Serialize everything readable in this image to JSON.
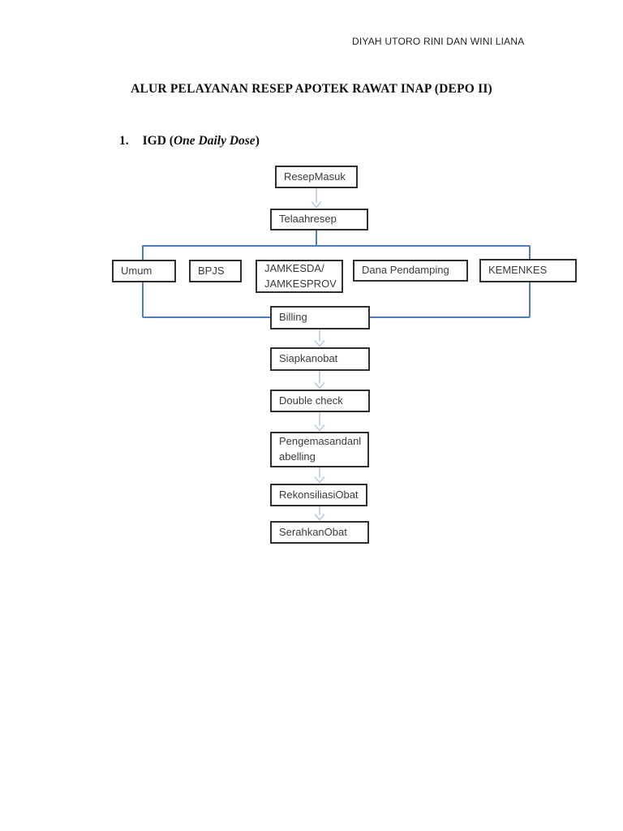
{
  "document": {
    "header_author": "DIYAH UTORO RINI DAN WINI LIANA",
    "title": "ALUR PELAYANAN RESEP APOTEK RAWAT INAP (DEPO II)",
    "section": {
      "number": "1.",
      "heading_prefix": "IGD (",
      "heading_emphasis": "One Daily Dose",
      "heading_suffix": ")"
    }
  },
  "colors": {
    "connector-blue": "#4d7ebd",
    "arrow-pale": "#b7cbe5",
    "box-border": "#2f2f2f",
    "ink": "#3a3a3a"
  },
  "flowchart": {
    "type": "flowchart",
    "nodes": [
      {
        "id": "resep-masuk",
        "label": "ResepMasuk"
      },
      {
        "id": "telaah-resep",
        "label": "Telaahresep"
      },
      {
        "id": "umum",
        "label": "Umum"
      },
      {
        "id": "bpjs",
        "label": "BPJS"
      },
      {
        "id": "jamkesda",
        "label": "JAMKESDA/\nJAMKESPROV"
      },
      {
        "id": "dana-pendamping",
        "label": "Dana Pendamping"
      },
      {
        "id": "kemenkes",
        "label": "KEMENKES"
      },
      {
        "id": "billing",
        "label": "Billing"
      },
      {
        "id": "siapkan-obat",
        "label": "Siapkanobat"
      },
      {
        "id": "double-check",
        "label": "Double check"
      },
      {
        "id": "pengemasan",
        "label": "Pengemasandanl\nabelling"
      },
      {
        "id": "rekonsiliasi",
        "label": "RekonsiliasiObat"
      },
      {
        "id": "serahkan-obat",
        "label": "SerahkanObat"
      }
    ],
    "edges": [
      [
        "ResepMasuk",
        "Telaahresep"
      ],
      [
        "Telaahresep",
        "Umum"
      ],
      [
        "Telaahresep",
        "BPJS"
      ],
      [
        "Telaahresep",
        "JAMKESDA/JAMKESPROV"
      ],
      [
        "Telaahresep",
        "Dana Pendamping"
      ],
      [
        "Telaahresep",
        "KEMENKES"
      ],
      [
        "Umum",
        "Billing"
      ],
      [
        "BPJS",
        "Billing"
      ],
      [
        "JAMKESDA/JAMKESPROV",
        "Billing"
      ],
      [
        "Dana Pendamping",
        "Billing"
      ],
      [
        "KEMENKES",
        "Billing"
      ],
      [
        "Billing",
        "Siapkanobat"
      ],
      [
        "Siapkanobat",
        "Double check"
      ],
      [
        "Double check",
        "Pengemasandanlabelling"
      ],
      [
        "Pengemasandanlabelling",
        "RekonsiliasiObat"
      ],
      [
        "RekonsiliasiObat",
        "SerahkanObat"
      ]
    ]
  }
}
